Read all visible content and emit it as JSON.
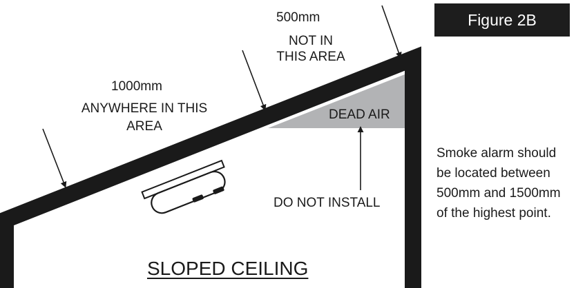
{
  "figure_label": "Figure 2B",
  "labels": {
    "distance_500": "500mm",
    "not_in_line1": "NOT IN",
    "not_in_line2": "THIS AREA",
    "distance_1000": "1000mm",
    "anywhere_line1": "ANYWHERE IN THIS",
    "anywhere_line2": "AREA",
    "dead_air": "DEAD AIR",
    "do_not_install": "DO NOT INSTALL"
  },
  "title": "SLOPED CEILING",
  "note_lines": [
    "Smoke alarm should",
    "be located between",
    "500mm and 1500mm",
    "of the highest point."
  ],
  "colors": {
    "ink": "#1a1a1a",
    "dead_air_fill": "#b2b3b5",
    "badge_bg": "#1d1d1d",
    "badge_text": "#ffffff"
  },
  "icons": {
    "smoke_alarm": "smoke-alarm-icon",
    "pointer_arrow": "arrow-icon"
  }
}
